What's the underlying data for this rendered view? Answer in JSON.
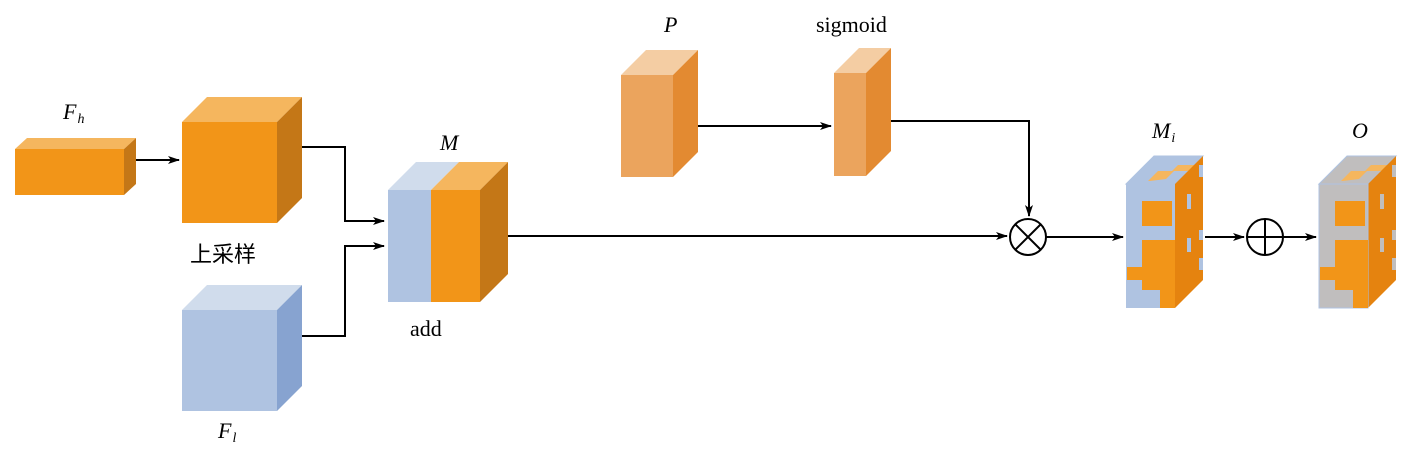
{
  "diagram": {
    "title": "Feature fusion module diagram",
    "colors": {
      "orange_front": "#F29518",
      "orange_top": "#F5B65E",
      "orange_side": "#C47717",
      "light_orange_front": "#EBA45D",
      "light_orange_top": "#F4CDA3",
      "light_orange_side": "#E38A31",
      "blue_front": "#AFC3E1",
      "blue_top": "#D0DCEC",
      "blue_side": "#87A3D0",
      "gray_front": "#C0BEBE",
      "mask_orange_side": "#E5830F",
      "line": "#000000"
    },
    "nodes": [
      {
        "id": "Fh",
        "label_main": "F",
        "label_sub": "h",
        "kind": "tensor"
      },
      {
        "id": "upsample",
        "label": "上采样",
        "kind": "tensor"
      },
      {
        "id": "Fl",
        "label_main": "F",
        "label_sub": "l",
        "kind": "tensor"
      },
      {
        "id": "M",
        "label": "M",
        "caption": "add",
        "kind": "tensor"
      },
      {
        "id": "P",
        "label": "P",
        "kind": "tensor"
      },
      {
        "id": "sigmoid",
        "label": "sigmoid",
        "kind": "tensor"
      },
      {
        "id": "multiply",
        "symbol": "⊗",
        "kind": "operator"
      },
      {
        "id": "Mi",
        "label_main": "M",
        "label_sub": "i",
        "kind": "tensor"
      },
      {
        "id": "add_op",
        "symbol": "⊕",
        "kind": "operator"
      },
      {
        "id": "O",
        "label": "O",
        "kind": "tensor"
      }
    ],
    "edges": [
      {
        "from": "Fh",
        "to": "upsample"
      },
      {
        "from": "upsample",
        "to": "M"
      },
      {
        "from": "Fl",
        "to": "M"
      },
      {
        "from": "M",
        "to": "multiply"
      },
      {
        "from": "P",
        "to": "sigmoid"
      },
      {
        "from": "sigmoid",
        "to": "multiply"
      },
      {
        "from": "multiply",
        "to": "Mi"
      },
      {
        "from": "Mi",
        "to": "add_op"
      },
      {
        "from": "add_op",
        "to": "O"
      }
    ]
  }
}
